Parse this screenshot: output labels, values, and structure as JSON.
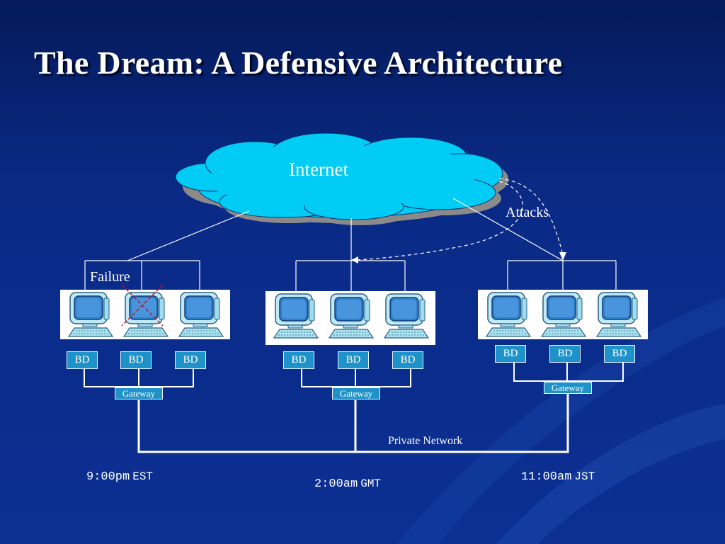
{
  "slide": {
    "title": "The Dream: A Defensive Architecture"
  },
  "diagram": {
    "cloud_label": "Internet",
    "attacks_label": "Attacks",
    "failure_label": "Failure",
    "private_network_label": "Private Network",
    "sites": [
      {
        "bd_labels": [
          "BD",
          "BD",
          "BD"
        ],
        "gateway_label": "Gateway",
        "time": "9:00pm",
        "zone": "EST",
        "failed_node": 2
      },
      {
        "bd_labels": [
          "BD",
          "BD",
          "BD"
        ],
        "gateway_label": "Gateway",
        "time": "2:00am",
        "zone": "GMT"
      },
      {
        "bd_labels": [
          "BD",
          "BD",
          "BD"
        ],
        "gateway_label": "Gateway",
        "time": "11:00am",
        "zone": "JST"
      }
    ]
  },
  "colors": {
    "background": "#0b2f93",
    "cloud": "#00ccf5",
    "box": "#1f93c9",
    "failure_mark": "#cc1122"
  },
  "icons": [
    "computer-icon",
    "cloud-shape",
    "failure-x-icon"
  ]
}
